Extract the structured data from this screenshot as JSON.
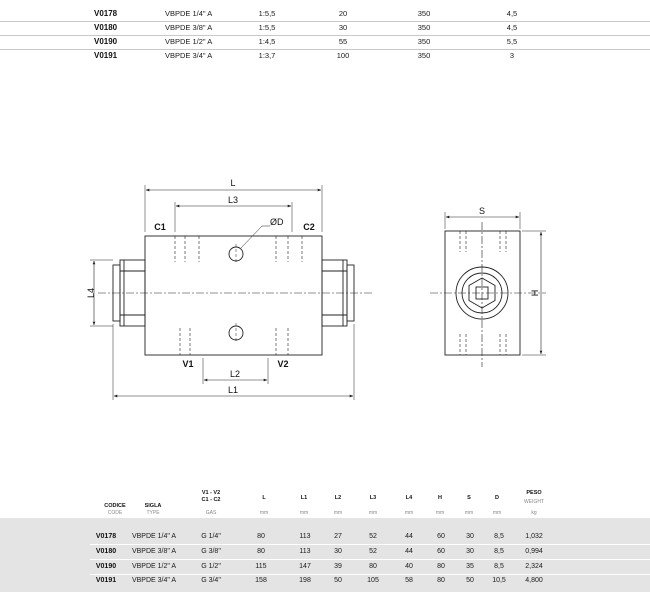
{
  "top_table": {
    "rows": [
      {
        "code": "V0178",
        "type": "VBPDE 1/4\" A",
        "ratio": "1:5,5",
        "flow": "20",
        "pressure": "350",
        "weight": "4,5"
      },
      {
        "code": "V0180",
        "type": "VBPDE 3/8\" A",
        "ratio": "1:5,5",
        "flow": "30",
        "pressure": "350",
        "weight": "4,5"
      },
      {
        "code": "V0190",
        "type": "VBPDE 1/2\" A",
        "ratio": "1:4,5",
        "flow": "55",
        "pressure": "350",
        "weight": "5,5"
      },
      {
        "code": "V0191",
        "type": "VBPDE 3/4\" A",
        "ratio": "1:3,7",
        "flow": "100",
        "pressure": "350",
        "weight": "3"
      }
    ]
  },
  "drawing": {
    "dims": {
      "L": "L",
      "L1": "L1",
      "L2": "L2",
      "L3": "L3",
      "L4": "L4",
      "D": "ØD",
      "S": "S",
      "H": "H"
    },
    "ports": {
      "C1": "C1",
      "C2": "C2",
      "V1": "V1",
      "V2": "V2"
    }
  },
  "bottom_table": {
    "headers": [
      {
        "label": "CODICE",
        "sub": "CODE"
      },
      {
        "label": "SIGLA",
        "sub": "TYPE"
      },
      {
        "label": "V1 - V2\nC1 - C2",
        "sub": "GAS"
      },
      {
        "label": "L",
        "sub": "mm"
      },
      {
        "label": "L1",
        "sub": "mm"
      },
      {
        "label": "L2",
        "sub": "mm"
      },
      {
        "label": "L3",
        "sub": "mm"
      },
      {
        "label": "L4",
        "sub": "mm"
      },
      {
        "label": "H",
        "sub": "mm"
      },
      {
        "label": "S",
        "sub": "mm"
      },
      {
        "label": "D",
        "sub": "mm"
      },
      {
        "label": "PESO",
        "sub": "WEIGHT kg"
      }
    ],
    "rows": [
      {
        "code": "V0178",
        "type": "VBPDE 1/4\" A",
        "gas": "G 1/4\"",
        "L": "80",
        "L1": "113",
        "L2": "27",
        "L3": "52",
        "L4": "44",
        "H": "60",
        "S": "30",
        "D": "8,5",
        "weight": "1,032"
      },
      {
        "code": "V0180",
        "type": "VBPDE 3/8\" A",
        "gas": "G 3/8\"",
        "L": "80",
        "L1": "113",
        "L2": "30",
        "L3": "52",
        "L4": "44",
        "H": "60",
        "S": "30",
        "D": "8,5",
        "weight": "0,994"
      },
      {
        "code": "V0190",
        "type": "VBPDE 1/2\" A",
        "gas": "G 1/2\"",
        "L": "115",
        "L1": "147",
        "L2": "39",
        "L3": "80",
        "L4": "40",
        "H": "80",
        "S": "35",
        "D": "8,5",
        "weight": "2,324"
      },
      {
        "code": "V0191",
        "type": "VBPDE 3/4\" A",
        "gas": "G 3/4\"",
        "L": "158",
        "L1": "198",
        "L2": "50",
        "L3": "105",
        "L4": "58",
        "H": "80",
        "S": "50",
        "D": "10,5",
        "weight": "4,800"
      }
    ]
  }
}
